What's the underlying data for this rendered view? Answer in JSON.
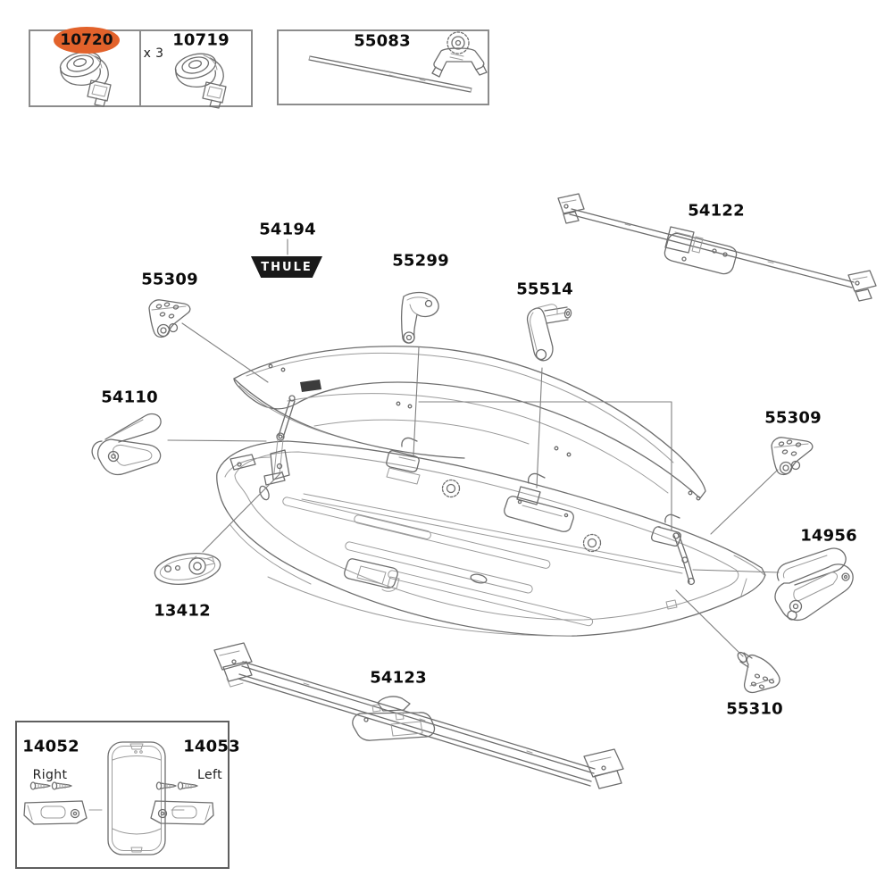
{
  "panels": {
    "straps": {
      "part_highlighted": {
        "number": "10720"
      },
      "part_multi": {
        "number": "10719",
        "quantity": "x 3"
      }
    },
    "rod_kit": {
      "number": "55083"
    },
    "locks": {
      "right": {
        "number": "14052",
        "side": "Right"
      },
      "left": {
        "number": "14053",
        "side": "Left"
      }
    }
  },
  "diagram": {
    "logo_part": {
      "number": "54194",
      "brand": "THULE"
    },
    "callouts": {
      "bracket_front_left": "55309",
      "lid_lifter_front": "55299",
      "lid_lifter_rear": "55514",
      "rear_crossbar": "54122",
      "tensioner_left": "54110",
      "bracket_rear_right": "55309",
      "tensioner_right": "14956",
      "fitting_plate": "13412",
      "front_crossbar": "54123",
      "bracket_bottom_right": "55310"
    }
  },
  "colors": {
    "highlight_orange": "#e2622b",
    "line_art_gray": "#6e6e6e",
    "label_black": "#0b0b0b"
  }
}
